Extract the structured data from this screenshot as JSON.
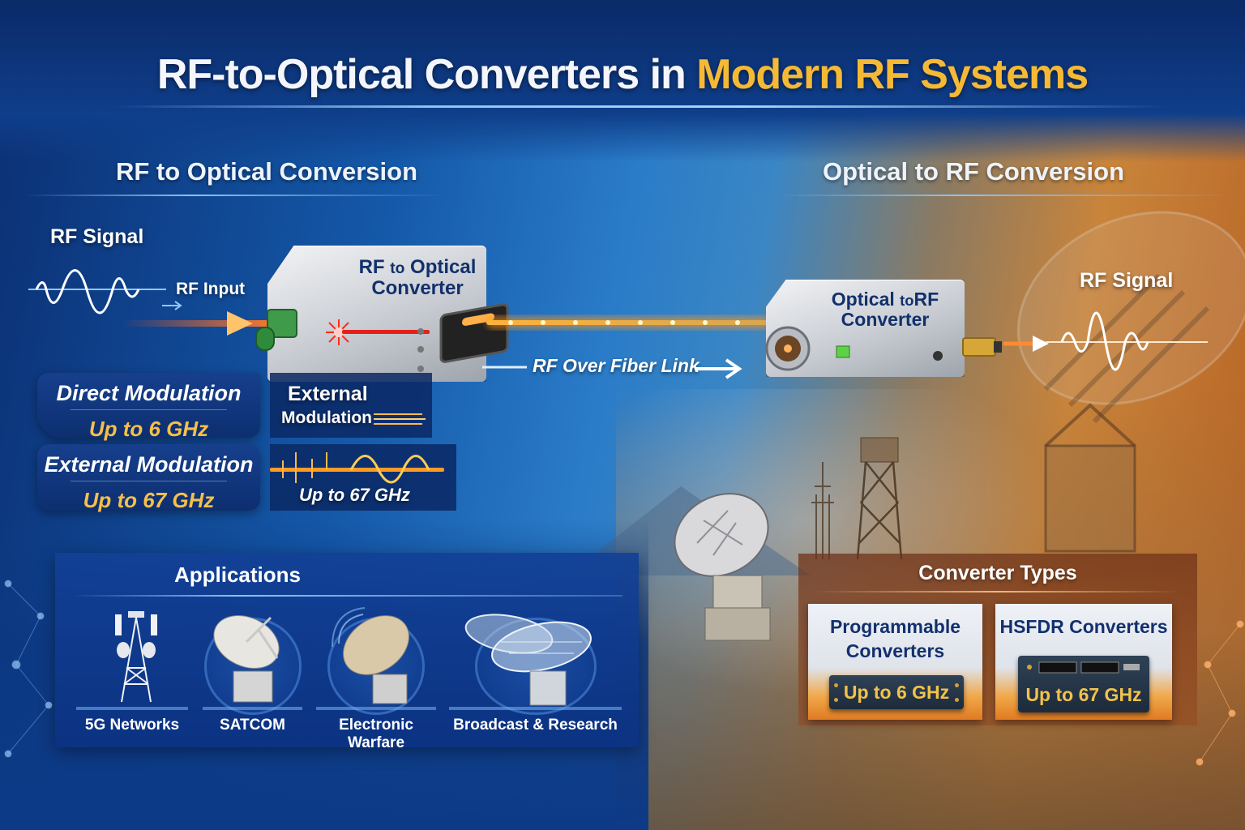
{
  "title": {
    "part1": "RF-to-Optical Converters in ",
    "part2": "Modern RF Systems"
  },
  "left_section": {
    "heading": "RF to Optical Conversion",
    "signal_label": "RF Signal",
    "input_label": "RF Input",
    "device": {
      "line1_a": "RF",
      "line1_b": "to",
      "line1_c": "Optical",
      "line2": "Converter"
    },
    "modulation": [
      {
        "name": "Direct Modulation",
        "freq": "Up to 6 GHz"
      },
      {
        "name": "External Modulation",
        "freq": "Up to 67 GHz"
      }
    ],
    "side_panel": {
      "top_line1": "External",
      "top_line2": "Modulation",
      "bottom_freq": "Up to 67 GHz"
    }
  },
  "link": {
    "label": "RF Over Fiber Link"
  },
  "right_section": {
    "heading": "Optical to RF Conversion",
    "signal_label": "RF Signal",
    "device": {
      "line1_a": "Optical",
      "line1_b": "to",
      "line1_c": "RF",
      "line2": "Converter"
    }
  },
  "applications": {
    "title": "Applications",
    "items": [
      {
        "label": "5G Networks",
        "icon": "cell-tower-icon"
      },
      {
        "label": "SATCOM",
        "icon": "satellite-dish-icon"
      },
      {
        "label": "Electronic Warfare",
        "icon": "radar-dish-icon"
      },
      {
        "label": "Broadcast & Research",
        "icon": "radio-telescope-icon"
      }
    ]
  },
  "converter_types": {
    "title": "Converter Types",
    "items": [
      {
        "name_line1": "Programmable",
        "name_line2": "Converters",
        "freq": "Up to 6 GHz"
      },
      {
        "name_line1": "HSFDR Converters",
        "name_line2": "",
        "freq": "Up to 67 GHz"
      }
    ]
  },
  "colors": {
    "accent_gold": "#f5b935",
    "navy": "#12306b",
    "fiber_orange": "#ffa530",
    "laser_red": "#ff3020"
  }
}
